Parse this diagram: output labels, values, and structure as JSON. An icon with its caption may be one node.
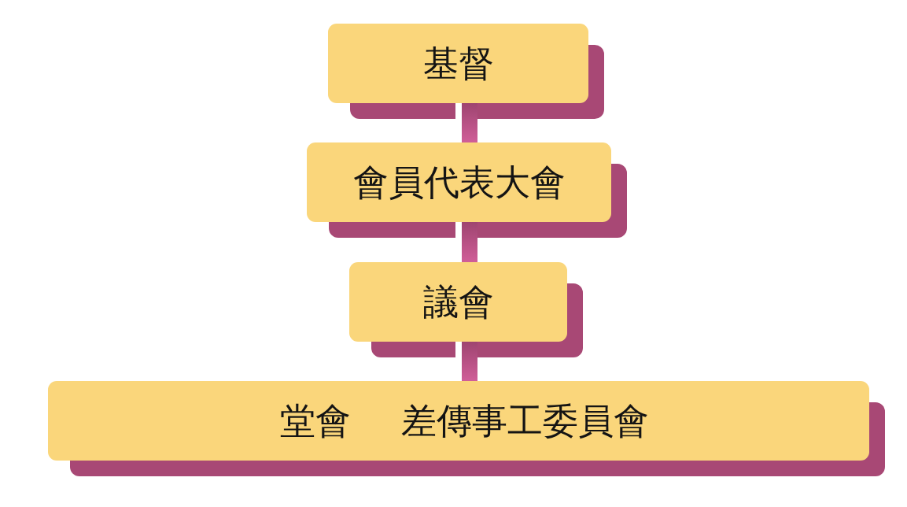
{
  "diagram": {
    "nodes": [
      {
        "text": [
          "基督"
        ]
      },
      {
        "text": [
          "會員代表大會"
        ]
      },
      {
        "text": [
          "議會"
        ]
      },
      {
        "text": [
          "堂會",
          "差傳事工委員會"
        ]
      }
    ],
    "edges": [
      {
        "from": 0,
        "to": 1,
        "arrow": "none"
      },
      {
        "from": 1,
        "to": 2,
        "arrow": "none"
      },
      {
        "from": 2,
        "to": 3,
        "arrow": "none"
      }
    ]
  }
}
